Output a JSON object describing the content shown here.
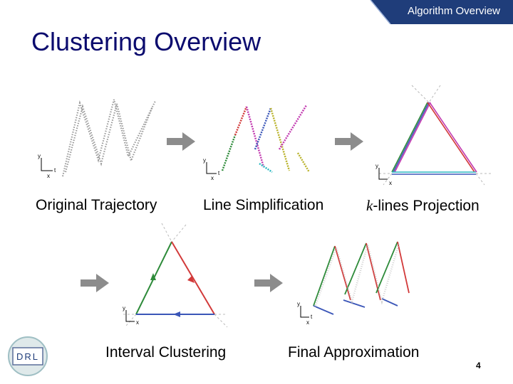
{
  "header": {
    "section_label": "Algorithm Overview"
  },
  "slide": {
    "title": "Clustering Overview",
    "page_number": "4"
  },
  "steps": [
    {
      "caption": "Original Trajectory"
    },
    {
      "caption": "Line Simplification"
    },
    {
      "caption_var": "k",
      "caption_rest": "-lines Projection"
    },
    {
      "caption": "Interval Clustering"
    },
    {
      "caption": "Final Approximation"
    }
  ],
  "logo": {
    "text": "DRL"
  },
  "axis_glyphs": {
    "x": "x",
    "y": "y",
    "t": "t"
  },
  "colors": {
    "title": "#0b0b6e",
    "header_band": "#1f3d7a",
    "arrow_gray": "#8c8c8c",
    "trace_red": "#d23a3a",
    "trace_green": "#2e8b3a",
    "trace_blue": "#3b56b8",
    "trace_magenta": "#c23ab0",
    "trace_olive": "#b9b22a",
    "trace_cyan": "#2ab8c2"
  }
}
